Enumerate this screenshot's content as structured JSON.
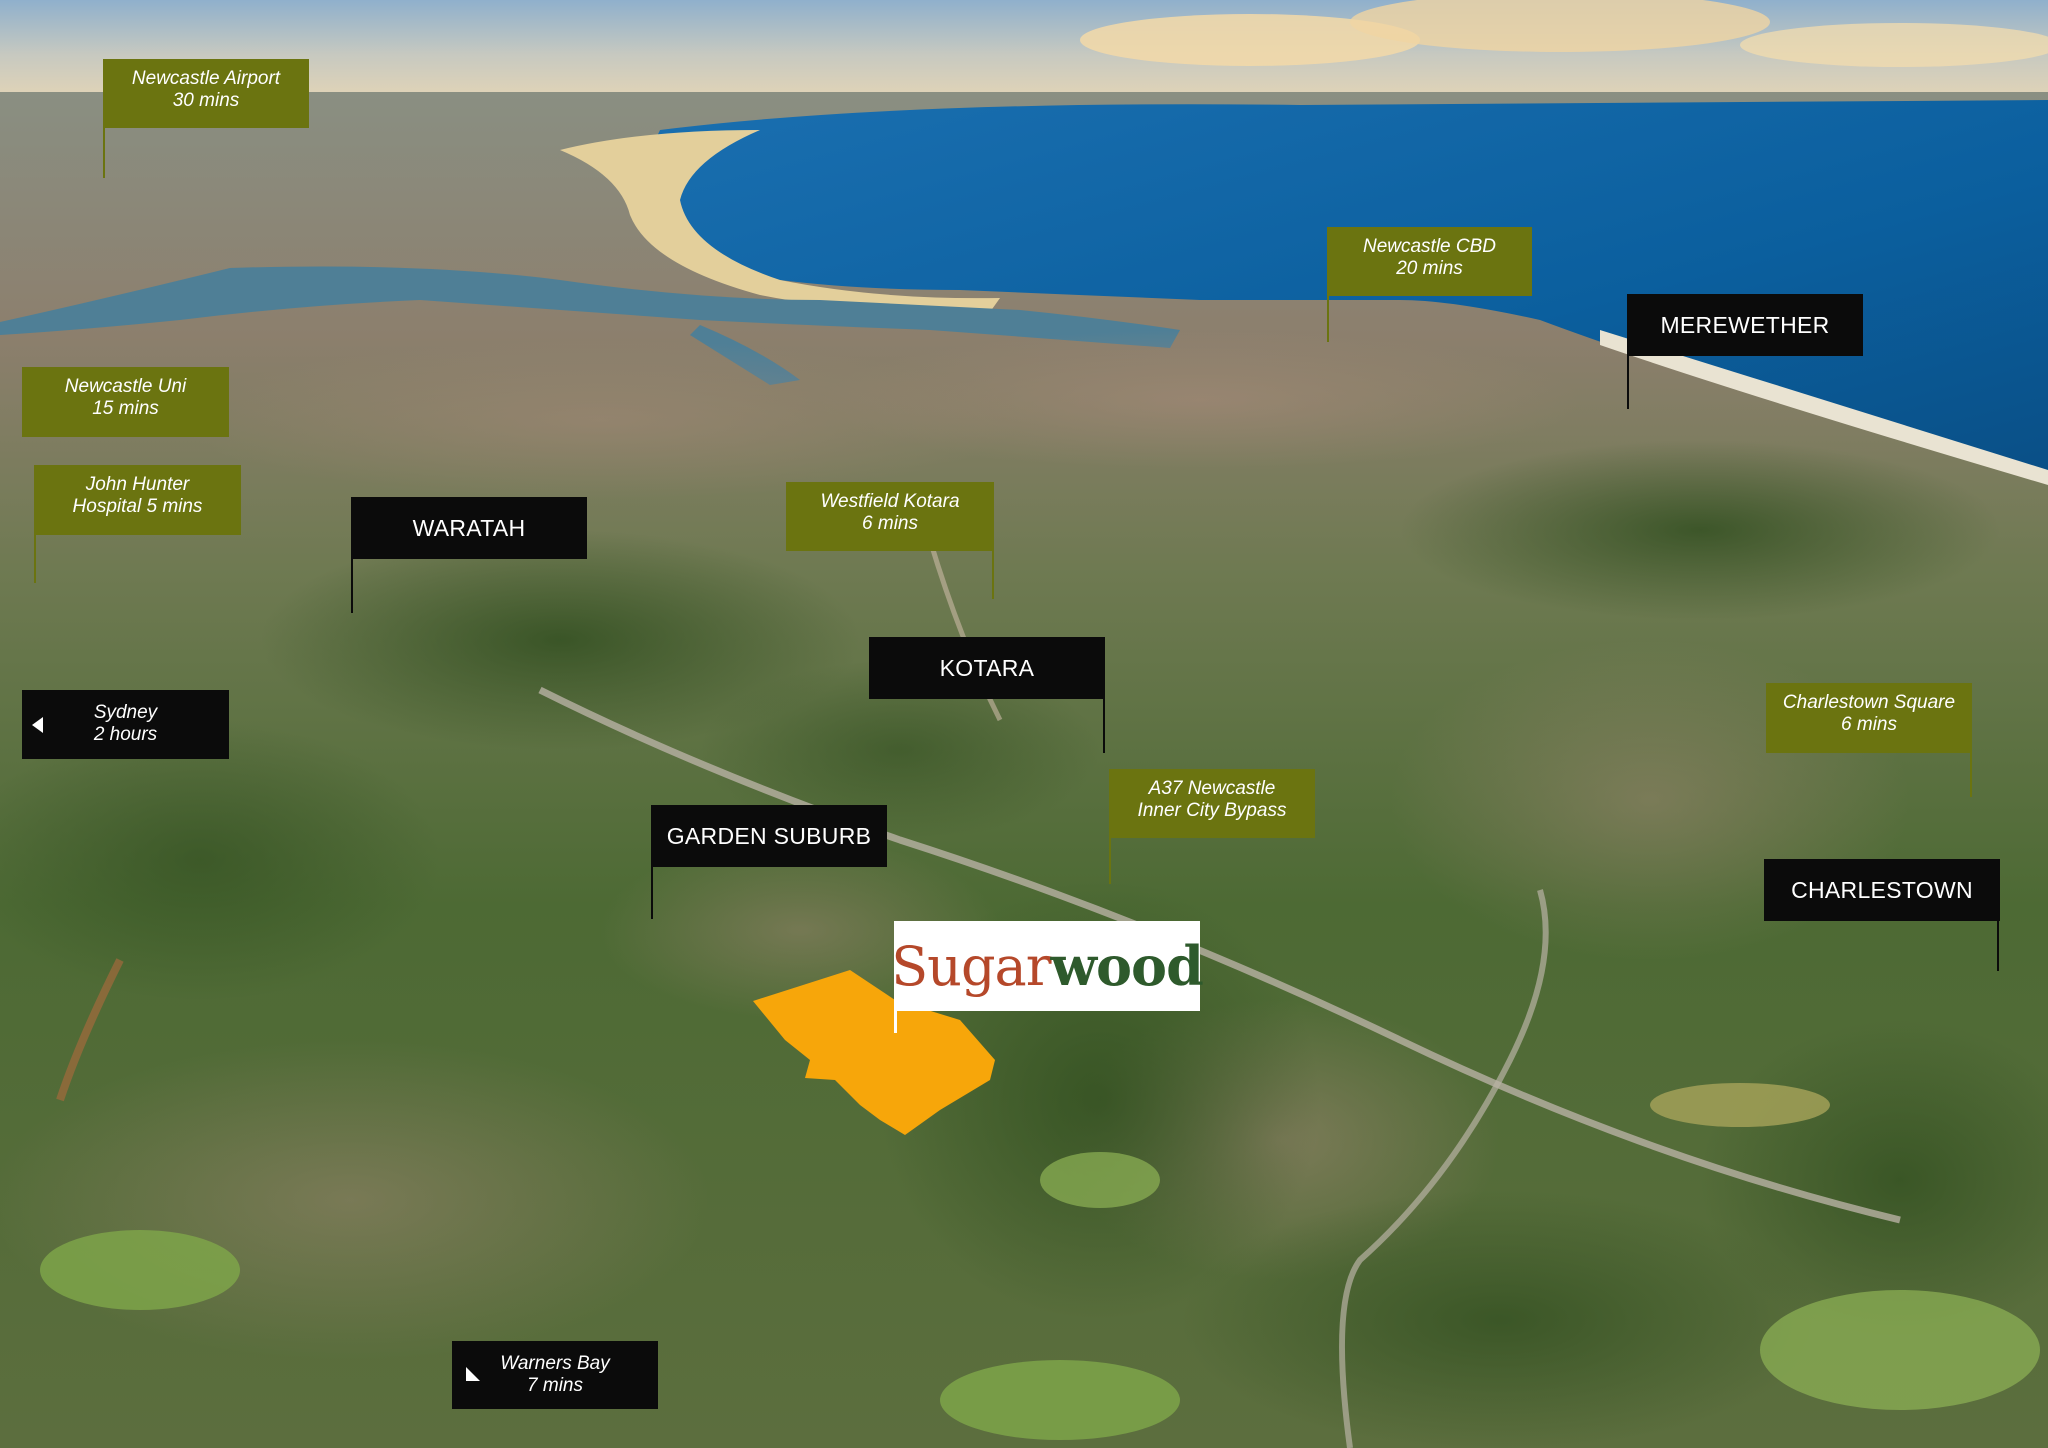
{
  "map": {
    "brand": {
      "part1": "Sugar",
      "part2": "wood"
    },
    "suburb_labels": [
      {
        "id": "merewether",
        "text": "MEREWETHER"
      },
      {
        "id": "waratah",
        "text": "WARATAH"
      },
      {
        "id": "kotara",
        "text": "KOTARA"
      },
      {
        "id": "garden-suburb",
        "text": "GARDEN SUBURB"
      },
      {
        "id": "charlestown",
        "text": "CHARLESTOWN"
      }
    ],
    "destinations": [
      {
        "id": "newcastle-airport",
        "line1": "Newcastle Airport",
        "line2": "30 mins"
      },
      {
        "id": "newcastle-cbd",
        "line1": "Newcastle CBD",
        "line2": "20 mins"
      },
      {
        "id": "newcastle-uni",
        "line1": "Newcastle Uni",
        "line2": "15 mins"
      },
      {
        "id": "john-hunter",
        "line1": "John Hunter",
        "line2": "Hospital 5 mins"
      },
      {
        "id": "westfield-kotara",
        "line1": "Westfield Kotara",
        "line2": "6 mins"
      },
      {
        "id": "charlestown-square",
        "line1": "Charlestown Square",
        "line2": "6 mins"
      },
      {
        "id": "a37-bypass",
        "line1": "A37 Newcastle",
        "line2": "Inner City Bypass"
      }
    ],
    "directions": [
      {
        "id": "sydney",
        "line1": "Sydney",
        "line2": "2 hours",
        "arrow": "left-triangle-icon"
      },
      {
        "id": "warners-bay",
        "line1": "Warners Bay",
        "line2": "7 mins",
        "arrow": "down-left-triangle-icon"
      }
    ],
    "colors": {
      "destination_label": "#6b7410",
      "suburb_label": "#0b0b0b",
      "site_marker": "#f7a60a",
      "brand_sugar": "#b5482a",
      "brand_wood": "#2e5a2c"
    }
  }
}
